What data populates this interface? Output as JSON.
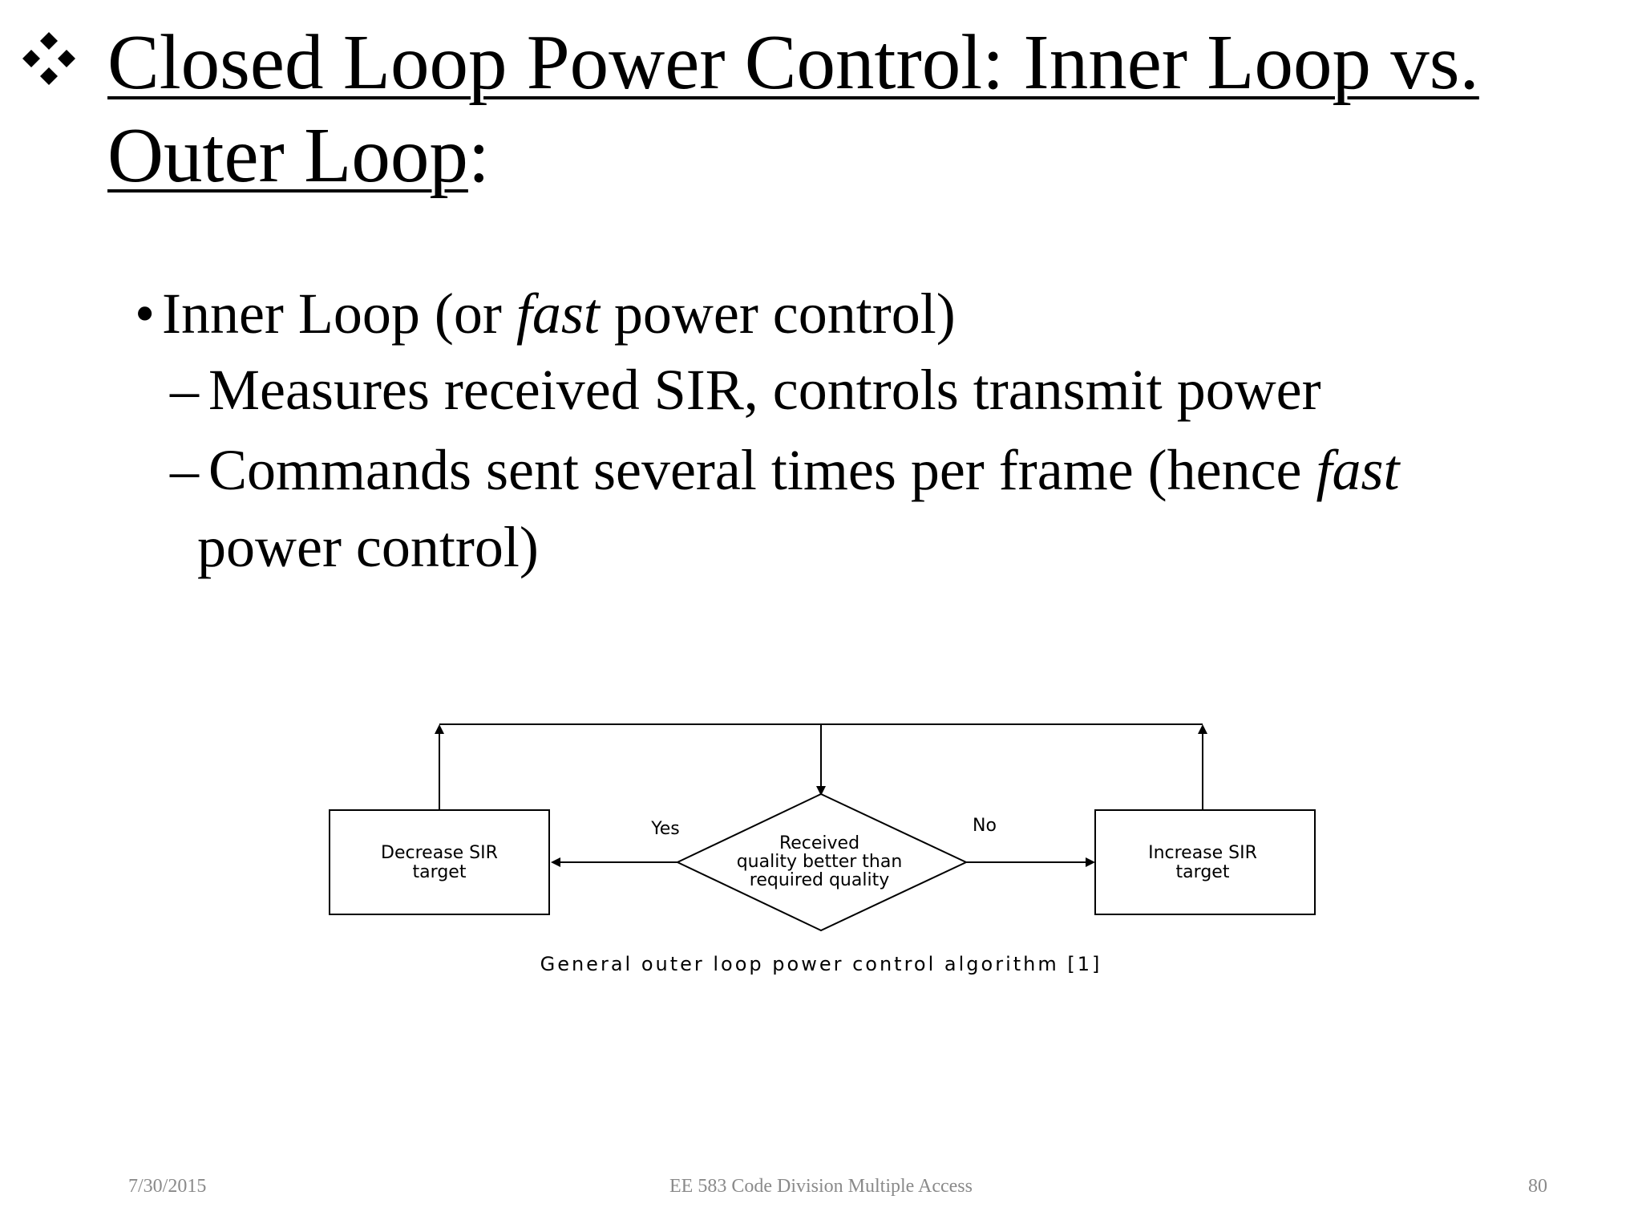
{
  "slide": {
    "title_line1": "Closed Loop Power Control: Inner Loop vs.",
    "title_line2": "Outer Loop",
    "title_colon": ":",
    "bullet": {
      "text_before": "Inner Loop (or ",
      "emphasis": "fast",
      "text_after": " power control)"
    },
    "sub_bullets": [
      {
        "text": "Measures received SIR, controls transmit power"
      },
      {
        "text_before": "Commands sent several times per frame (hence ",
        "emphasis": "fast",
        "text_after": "power control)"
      }
    ]
  },
  "diagram": {
    "left_box": [
      "Decrease SIR",
      "target"
    ],
    "right_box": [
      "Increase SIR",
      "target"
    ],
    "decision": [
      "Received",
      "quality better than",
      "required quality"
    ],
    "yes_label": "Yes",
    "no_label": "No",
    "caption": "General outer loop power control algorithm [1]"
  },
  "footer": {
    "date": "7/30/2015",
    "course": "EE 583 Code Division Multiple Access",
    "page": "80"
  }
}
